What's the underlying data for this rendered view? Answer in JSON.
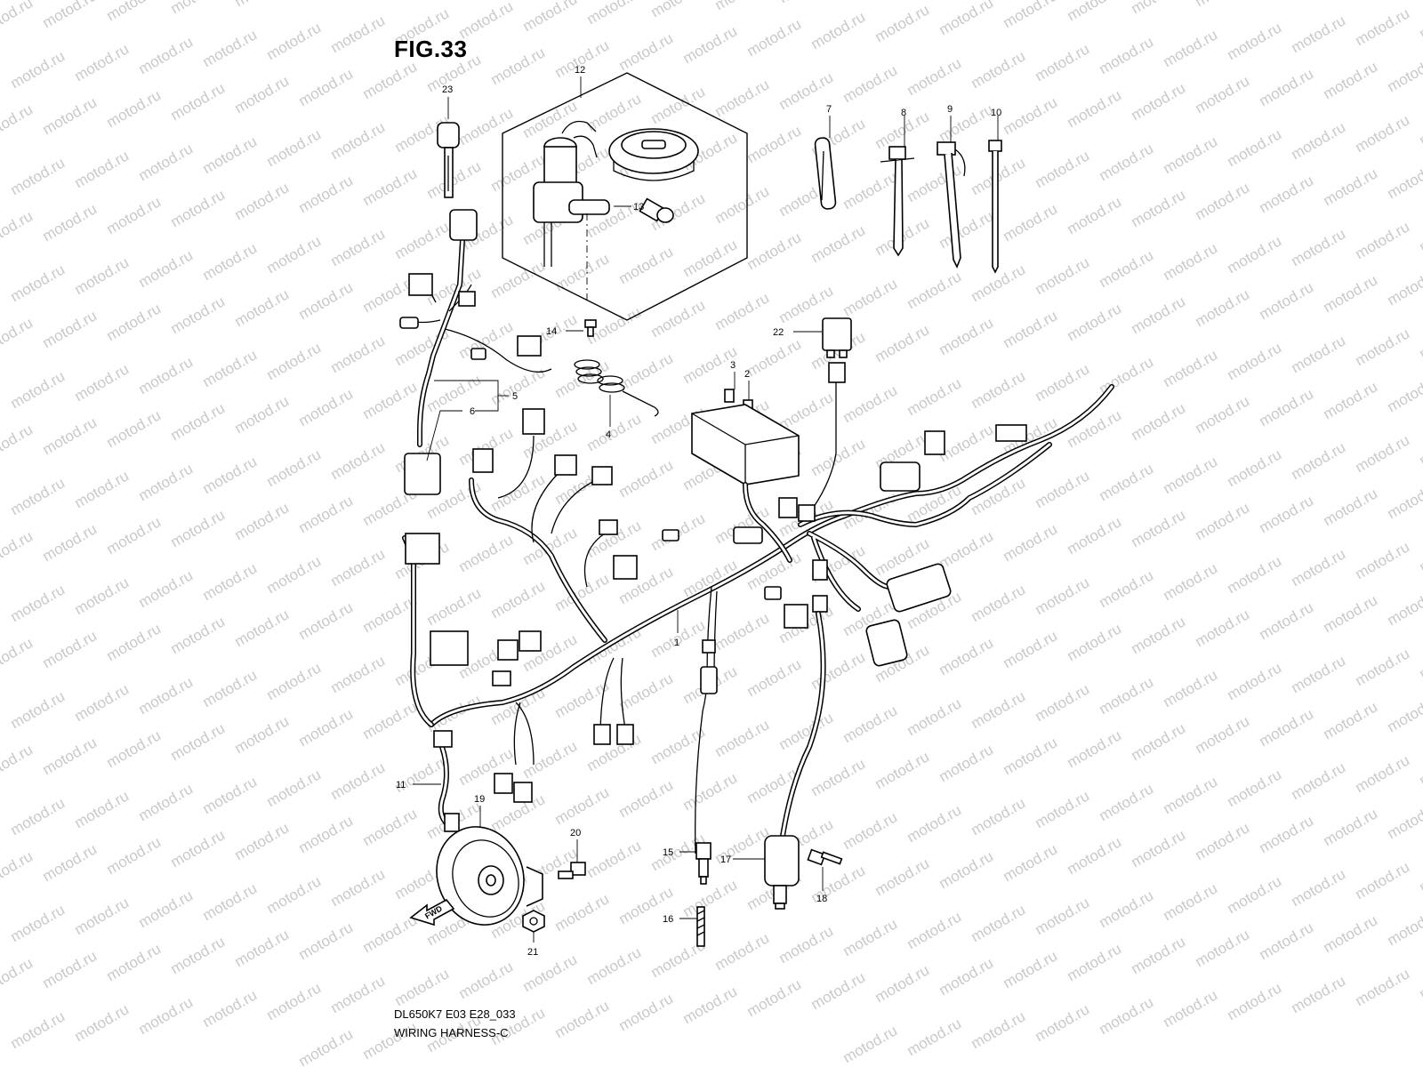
{
  "figure": {
    "title": "FIG.33",
    "diagram_code": "DL650K7 E03 E28_033",
    "caption": "WIRING HARNESS-C"
  },
  "watermark": {
    "text": "motod.ru"
  },
  "direction_marker": {
    "text": "FWD"
  },
  "callouts": [
    {
      "id": "c1",
      "label": "1"
    },
    {
      "id": "c2",
      "label": "2"
    },
    {
      "id": "c3",
      "label": "3"
    },
    {
      "id": "c4",
      "label": "4"
    },
    {
      "id": "c5",
      "label": "5"
    },
    {
      "id": "c6",
      "label": "6"
    },
    {
      "id": "c7",
      "label": "7"
    },
    {
      "id": "c8",
      "label": "8"
    },
    {
      "id": "c9",
      "label": "9"
    },
    {
      "id": "c10",
      "label": "10"
    },
    {
      "id": "c11",
      "label": "11"
    },
    {
      "id": "c12",
      "label": "12"
    },
    {
      "id": "c13",
      "label": "13"
    },
    {
      "id": "c14",
      "label": "14"
    },
    {
      "id": "c15",
      "label": "15"
    },
    {
      "id": "c16",
      "label": "16"
    },
    {
      "id": "c17",
      "label": "17"
    },
    {
      "id": "c18",
      "label": "18"
    },
    {
      "id": "c19",
      "label": "19"
    },
    {
      "id": "c20",
      "label": "20"
    },
    {
      "id": "c21",
      "label": "21"
    },
    {
      "id": "c22",
      "label": "22"
    },
    {
      "id": "c23",
      "label": "23"
    }
  ]
}
